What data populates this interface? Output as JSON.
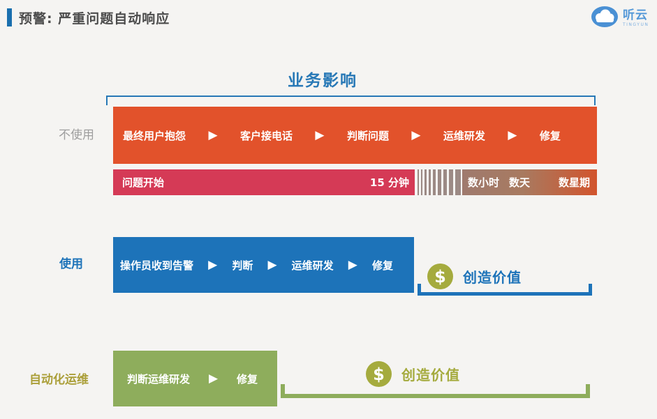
{
  "header": {
    "title": "预警: 严重问题自动响应",
    "logo": {
      "name": "听云",
      "subtext": "TINGYUN"
    }
  },
  "heading": {
    "business_impact": "业务影响"
  },
  "icons": {
    "arrow": "▶",
    "dollar": "$"
  },
  "rows": {
    "without": {
      "label": "不使用",
      "steps": [
        "最终用户抱怨",
        "客户接电话",
        "判断问题",
        "运维研发",
        "修复"
      ]
    },
    "timeline": {
      "start": "问题开始",
      "minutes": "15 分钟",
      "hours": "数小时",
      "days": "数天",
      "weeks": "数星期"
    },
    "with": {
      "label": "使用",
      "steps": [
        "操作员收到告警",
        "判断",
        "运维研发",
        "修复"
      ],
      "value_label": "创造价值"
    },
    "automated": {
      "label": "自动化运维",
      "steps": [
        "判断运维研发",
        "修复"
      ],
      "value_label": "创造价值"
    }
  },
  "colors": {
    "accent_blue": "#1d73b9",
    "heading_blue": "#2778b6",
    "orange": "#e2522b",
    "crimson": "#d53a56",
    "stripe_brown": "#9c8a85",
    "gradient_brown": "#9f7a6e",
    "gradient_orange": "#d2542d",
    "green": "#8ead5c",
    "olive": "#a5ab3e",
    "label_gray": "#9e9e9e",
    "background": "#f5f4f2"
  }
}
